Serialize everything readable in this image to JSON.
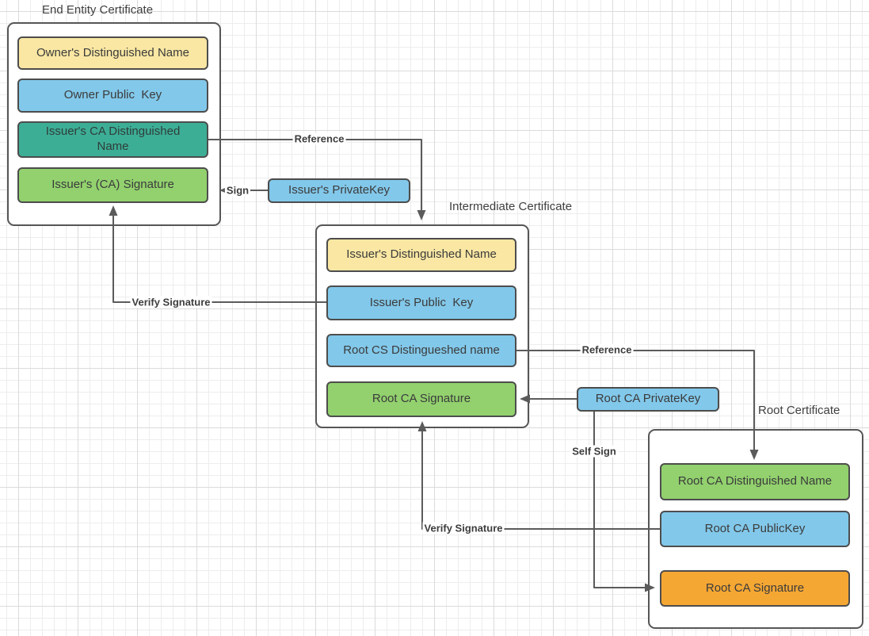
{
  "diagram": {
    "colors": {
      "yellow": "#F9E7A3",
      "blue": "#82C8EA",
      "teal": "#3DAE96",
      "green": "#92D16E",
      "orange": "#F5A733",
      "line": "#5B5B5B",
      "border": "#4D4D4D"
    },
    "groups": [
      {
        "title": "End Entity Certificate",
        "fields": [
          {
            "label": "Owner's Distinguished Name",
            "color": "yellow"
          },
          {
            "label": "Owner Public  Key",
            "color": "blue"
          },
          {
            "label": "Issuer's CA Distinguished Name",
            "color": "teal"
          },
          {
            "label": "Issuer's (CA) Signature",
            "color": "green"
          }
        ]
      },
      {
        "title": "Intermediate Certificate",
        "fields": [
          {
            "label": "Issuer's Distinguished Name",
            "color": "yellow"
          },
          {
            "label": "Issuer's Public  Key",
            "color": "blue"
          },
          {
            "label": "Root CS Distingueshed name",
            "color": "blue"
          },
          {
            "label": "Root CA Signature",
            "color": "green"
          }
        ]
      },
      {
        "title": "Root Certificate",
        "fields": [
          {
            "label": "Root CA Distinguished Name",
            "color": "green"
          },
          {
            "label": "Root CA PublicKey",
            "color": "blue"
          },
          {
            "label": "Root CA Signature",
            "color": "orange"
          }
        ]
      }
    ],
    "keys": [
      {
        "label": "Issuer's PrivateKey",
        "color": "blue"
      },
      {
        "label": "Root CA PrivateKey",
        "color": "blue"
      }
    ],
    "edge_labels": [
      {
        "text": "Reference"
      },
      {
        "text": "Sign"
      },
      {
        "text": "Verify Signature"
      },
      {
        "text": "Reference"
      },
      {
        "text": "Self Sign"
      },
      {
        "text": "Verify Signature"
      }
    ]
  }
}
